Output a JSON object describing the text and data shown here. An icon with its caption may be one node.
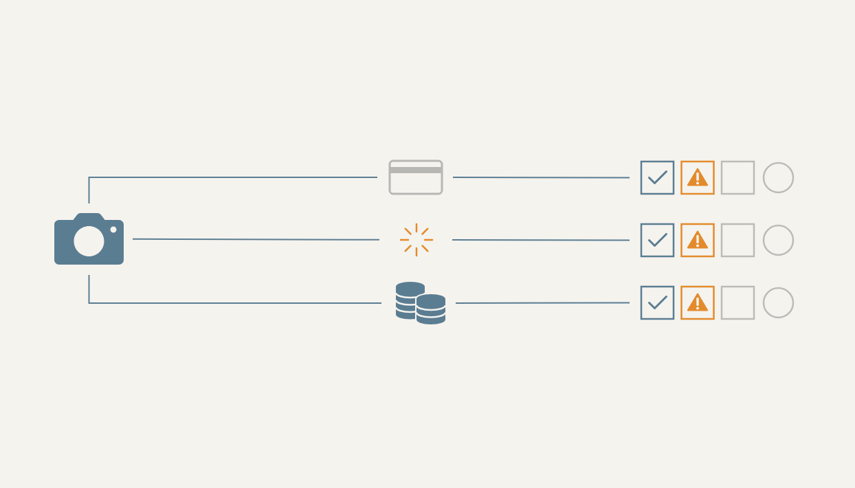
{
  "diagram": {
    "nodes": [
      {
        "text": [],
        "shape": "picture"
      },
      {
        "text": [],
        "shape": "picture"
      },
      {
        "text": [],
        "shape": "box"
      },
      {
        "text": [],
        "shape": "box"
      },
      {
        "text": [],
        "shape": "box"
      },
      {
        "text": [],
        "shape": "circle"
      },
      {
        "text": [],
        "shape": "picture"
      },
      {
        "text": [],
        "shape": "box"
      },
      {
        "text": [],
        "shape": "box"
      },
      {
        "text": [],
        "shape": "box"
      },
      {
        "text": [],
        "shape": "circle"
      },
      {
        "text": [],
        "shape": "picture"
      },
      {
        "text": [],
        "shape": "box"
      },
      {
        "text": [],
        "shape": "box"
      },
      {
        "text": [],
        "shape": "box"
      },
      {
        "text": [],
        "shape": "circle"
      }
    ],
    "edges": [
      {
        "from": 0,
        "to": 1,
        "arrow": "none"
      },
      {
        "from": 0,
        "to": 6,
        "arrow": "none"
      },
      {
        "from": 0,
        "to": 11,
        "arrow": "none"
      },
      {
        "from": 1,
        "to": 2,
        "arrow": "none"
      },
      {
        "from": 6,
        "to": 7,
        "arrow": "none"
      },
      {
        "from": 11,
        "to": 12,
        "arrow": "none"
      }
    ]
  }
}
